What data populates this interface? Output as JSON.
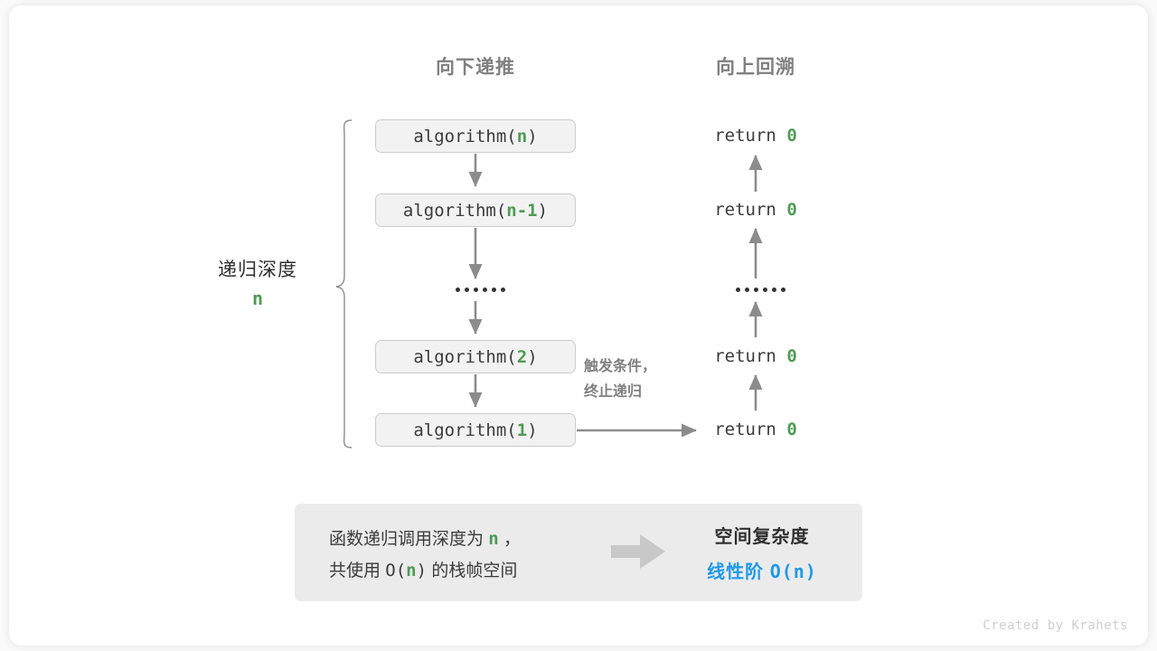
{
  "headers": {
    "down": "向下递推",
    "up": "向上回溯"
  },
  "depth": {
    "label": "递归深度",
    "value": "n"
  },
  "calls": [
    {
      "name": "algorithm(",
      "arg": "n",
      "close": ")"
    },
    {
      "name": "algorithm(",
      "arg": "n-1",
      "close": ")"
    },
    {
      "name": "algorithm(",
      "arg": "2",
      "close": ")"
    },
    {
      "name": "algorithm(",
      "arg": "1",
      "close": ")"
    }
  ],
  "returns": [
    {
      "text": "return ",
      "value": "0"
    },
    {
      "text": "return ",
      "value": "0"
    },
    {
      "text": "return ",
      "value": "0"
    },
    {
      "text": "return ",
      "value": "0"
    }
  ],
  "ellipsis_marker": "······",
  "side_note": {
    "line1": "触发条件，",
    "line2": "终止递归"
  },
  "summary": {
    "left_line1_a": "函数递归调用深度为 ",
    "left_line1_n": "n",
    "left_line1_b": " ，",
    "left_line2_a": "共使用 ",
    "left_line2_o": "O(",
    "left_line2_n": "n",
    "left_line2_c": ")",
    "left_line2_b": " 的栈帧空间",
    "arrow_icon": "right-block-arrow-icon",
    "right_title": "空间复杂度",
    "right_value_word": "线性阶 ",
    "right_value_mono": "O(n)"
  },
  "credit": "Created by Krahets",
  "colors": {
    "green": "#4e9a55",
    "blue": "#1e9ae8",
    "gray_text": "#808080",
    "box_fill": "#f2f2f2",
    "box_border": "#cccccc",
    "panel_fill": "#ebebeb",
    "arrow_gray": "#8c8c8c"
  }
}
